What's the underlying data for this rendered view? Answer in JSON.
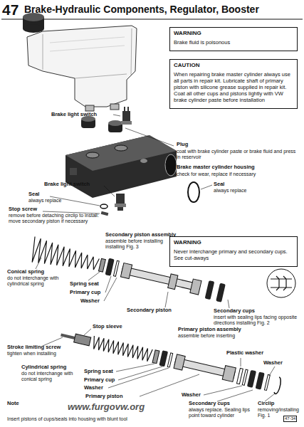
{
  "diagram": {
    "title": "Brake-Hydraulic Components, Regulator, Booster",
    "nodes": [
      {
        "text": [
          "WARNING",
          "Brake fluid is poisonous"
        ]
      },
      {
        "text": [
          "CAUTION",
          "When repairing brake master cylinder always use all parts in repair kit. Lubricate shaft of primary piston with silicone grease supplied in repair kit. Coat all other cups and pistons lightly with VW brake cylinder paste before installation"
        ]
      },
      {
        "text": [
          "WARNING",
          "Never interchange primary and secondary cups. See cut-aways"
        ]
      }
    ],
    "labels": [
      "47",
      "Brake light switch",
      "Plug",
      "coat with brake cylinder paste or brake fluid and press in reservoir",
      "Brake master cylinder housing",
      "check for wear, replace if necessary",
      "Seal",
      "always replace",
      "Brake light switch",
      "Seal",
      "always replace",
      "Stop screw",
      "remove before detaching circlip to install: move secondary piston if necessary",
      "Secondary piston assembly",
      "assemble before installing installing Fig. 3",
      "Conical spring",
      "do not interchange with cylindrical spring",
      "Spring seat",
      "Primary cup",
      "Washer",
      "Secondary piston",
      "Secondary cups",
      "insert with sealing lips facing opposite directions installing Fig. 2",
      "Stop sleeve",
      "Stroke limiting screw",
      "tighten when installing",
      "Primary piston assembly",
      "assemble before inserting",
      "Cylindrical spring",
      "do not interchange with conical spring",
      "Spring seat",
      "Primary cup",
      "Washer",
      "Primary piston",
      "Plastic washer",
      "Washer",
      "Washer",
      "Secondary cups",
      "always replace. Sealing lips point toward cylinder",
      "Circlip",
      "removing/installing Fig. 1",
      "Note",
      "Insert pistons of cups/seals into housing with blunt tool",
      "www.furgovw.org",
      "47-34"
    ]
  }
}
